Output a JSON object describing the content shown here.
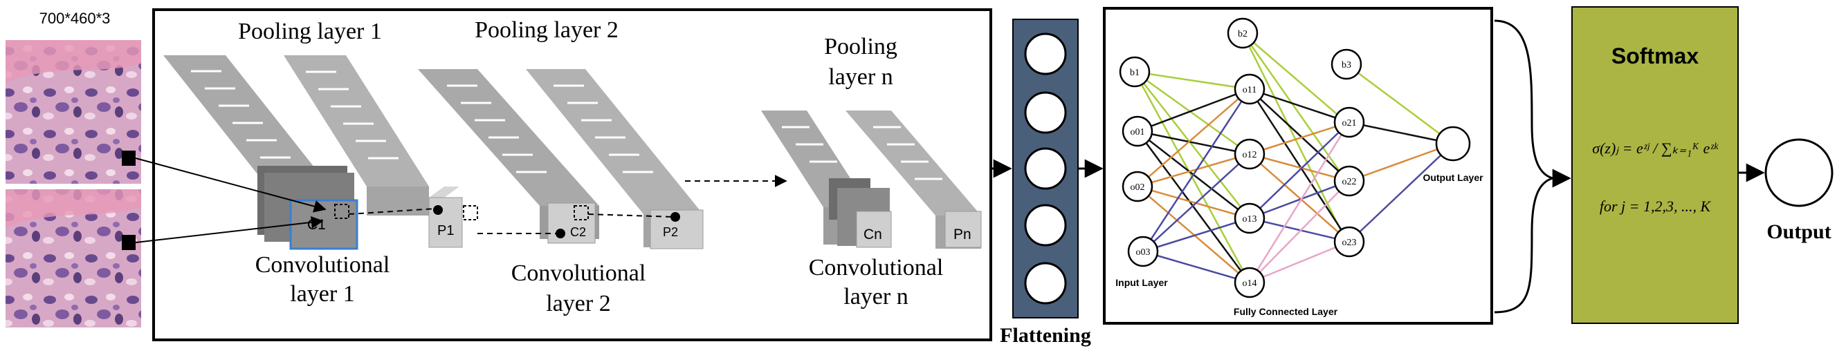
{
  "input": {
    "dims_label": "700*460*3"
  },
  "cnn": {
    "pool1": "Pooling layer 1",
    "pool2": "Pooling layer 2",
    "pooln_line1": "Pooling",
    "pooln_line2": "layer n",
    "conv1_line1": "Convolutional",
    "conv1_line2": "layer 1",
    "conv2_line1": "Convolutional",
    "conv2_line2": "layer 2",
    "convn_line1": "Convolutional",
    "convn_line2": "layer n",
    "c1": "C1",
    "p1": "P1",
    "c2": "C2",
    "p2": "P2",
    "cn": "Cn",
    "pn": "Pn"
  },
  "flatten": {
    "label": "Flattening"
  },
  "fc": {
    "b1": "b1",
    "b2": "b2",
    "b3": "b3",
    "o01": "o01",
    "o02": "o02",
    "o03": "o03",
    "o11": "o11",
    "o12": "o12",
    "o13": "o13",
    "o14": "o14",
    "o21": "o21",
    "o22": "o22",
    "o23": "o23",
    "input_layer": "Input Layer",
    "fully_connected": "Fully Connected Layer",
    "output_layer": "Output Layer"
  },
  "softmax": {
    "title": "Softmax",
    "formula": "σ(z)ⱼ = eᶻʲ / ∑ₖ₌₁ᴷ eᶻᵏ",
    "condition": "for j = 1,2,3, ..., K"
  },
  "output": {
    "label": "Output"
  },
  "colors": {
    "flatten_fill": "#4a5f7a",
    "softmax_fill": "#aab544",
    "edge_green": "#a9cf3a",
    "edge_blue": "#4a4aa0",
    "edge_orange": "#d98b3a",
    "edge_pink": "#e7a6c8",
    "edge_black": "#111111",
    "layer_gray": "#b0b0b0",
    "conv_blue": "#3a7fd0"
  }
}
